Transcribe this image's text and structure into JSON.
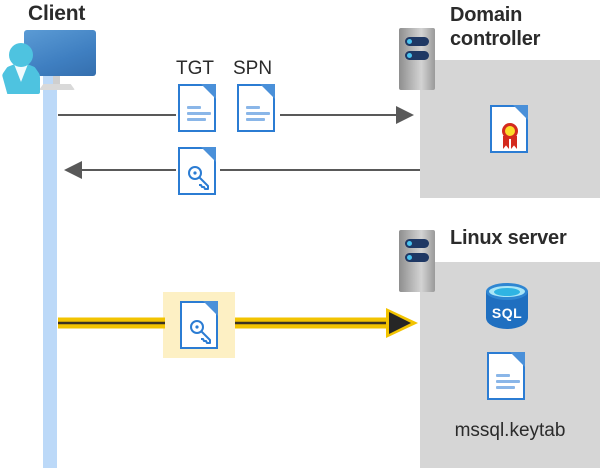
{
  "diagram": {
    "title_client": "Client",
    "title_domain_controller": "Domain\ncontroller",
    "title_domain_controller_line1": "Domain",
    "title_domain_controller_line2": "controller",
    "title_linux_server": "Linux server",
    "keytab_filename": "mssql.keytab",
    "sql_label": "SQL"
  },
  "messages": [
    {
      "id": "request",
      "labels": [
        "TGT",
        "SPN"
      ],
      "direction": "client-to-domain-controller",
      "style": "thin-gray-arrow",
      "color": "#595959"
    },
    {
      "id": "ticket-response",
      "labels": [],
      "icon": "key-document-icon",
      "direction": "domain-controller-to-client",
      "style": "thin-gray-arrow",
      "color": "#595959"
    },
    {
      "id": "service-ticket",
      "labels": [],
      "icon": "key-document-icon",
      "direction": "client-to-linux-server",
      "style": "thick-gold-arrow",
      "highlighted": true,
      "color": "#f2c300"
    }
  ],
  "labels": {
    "tgt": "TGT",
    "spn": "SPN"
  },
  "colors": {
    "lifeline": "#bcd9f8",
    "panel_gray": "#d6d6d6",
    "gold_arrow": "#f2c300",
    "gold_arrow_core": "#3a3223",
    "highlight_bg": "#fdf0c4",
    "doc_border": "#2b7cd3",
    "doc_fold": "#4a90d9",
    "doc_lines": "#8ab6e8",
    "monitor": "#3f7fc1",
    "person": "#4ec3e0",
    "rack_bay": "#1f3864",
    "rack_led": "#48c3f0",
    "cert_seal": "#fcdc2a",
    "cert_ribbon": "#d42a1e",
    "sql_body": "#1f6fc0",
    "sql_top": "#a9e6f7",
    "text": "#2b2b2b",
    "arrow_gray": "#595959"
  },
  "icons": {
    "client": "user-with-monitor-icon",
    "domain_controller": "server-rack-icon",
    "linux_server": "server-rack-icon",
    "certificate": "certificate-document-icon",
    "database": "sql-database-icon",
    "keytab": "document-icon",
    "tgt": "document-icon",
    "spn": "document-icon",
    "ticket": "key-document-icon"
  }
}
